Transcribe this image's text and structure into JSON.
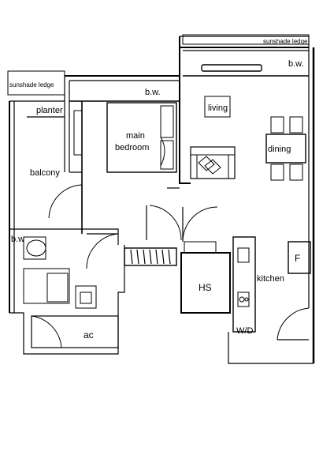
{
  "labels": {
    "sunshade_ledge_top": "sunshade ledge",
    "sunshade_ledge_left": "sunshade ledge",
    "bw_top_right": "b.w.",
    "bw_bedroom": "b.w.",
    "bw_left": "b.w",
    "planter": "planter",
    "balcony": "balcony",
    "main_bedroom_line1": "main",
    "main_bedroom_line2": "bedroom",
    "living": "living",
    "dining": "dining",
    "hs": "HS",
    "kitchen": "kitchen",
    "fridge": "F",
    "wd": "W/D",
    "ac": "ac"
  }
}
